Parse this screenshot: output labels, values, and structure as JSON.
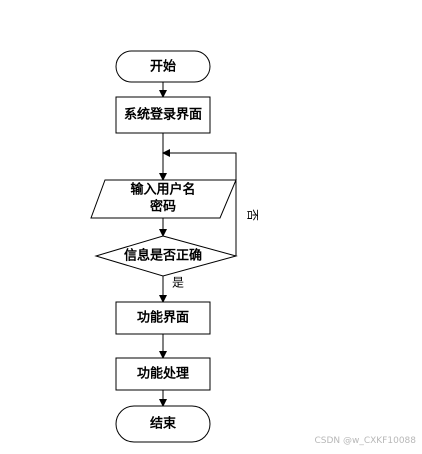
{
  "nodes": {
    "start": "开始",
    "login_screen": "系统登录界面",
    "input_line1": "输入用户名",
    "input_line2": "密码",
    "decision": "信息是否正确",
    "function_screen": "功能界面",
    "function_processing": "功能处理",
    "end": "结束"
  },
  "edges": {
    "yes_label": "是",
    "no_label": "否"
  },
  "watermark": "CSDN @w_CXKF10088",
  "colors": {
    "stroke": "#000000",
    "fill": "#ffffff",
    "watermark": "#b8b8b8"
  }
}
